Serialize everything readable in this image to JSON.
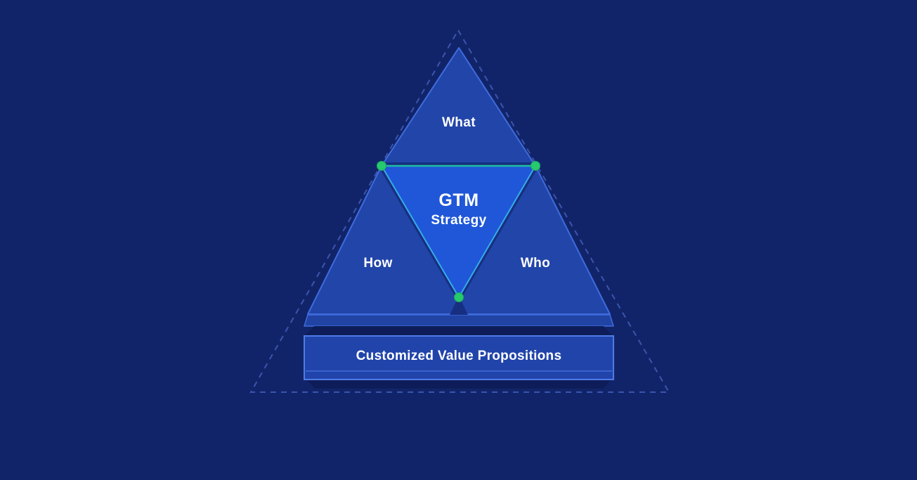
{
  "diagram": {
    "name": "GTM Strategy Pyramid",
    "center_label": {
      "line1": "GTM",
      "line2": "Strategy"
    },
    "segments": {
      "top": "What",
      "bottom_left": "How",
      "bottom_right": "Who"
    },
    "base_bar_label": "Customized Value Propositions",
    "colors": {
      "background": "#122469",
      "pyramid_fill": "#2245A9",
      "pyramid_border": "#3E6CDE",
      "center_triangle_fill": "#1F57D8",
      "center_triangle_border": "#35ACEA",
      "center_top_edge": "#1FBCA4",
      "vertex_dot": "#27C96F",
      "shadow_band": "#0E1D59",
      "fold_shadow": "#172F80",
      "bar_fill": "#2144AB",
      "bar_border": "#4E7CE5",
      "dashed_outline": "#3C59B0",
      "text": "#FFFFFF"
    }
  }
}
